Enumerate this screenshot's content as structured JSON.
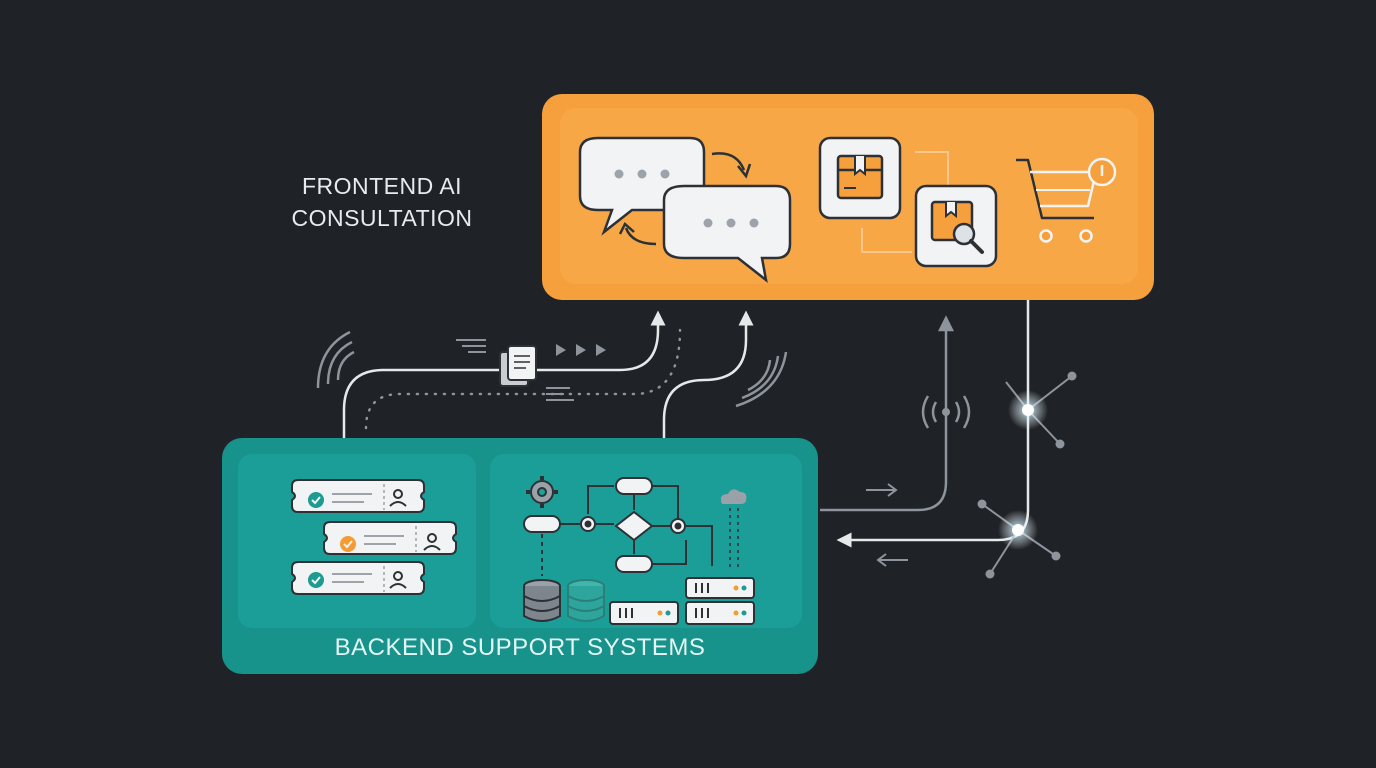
{
  "frontend": {
    "title_line1": "FRONTEND AI",
    "title_line2": "CONSULTATION",
    "color": "#f5a03c",
    "icons": [
      "chat-bubbles-icon",
      "product-box-icon",
      "product-search-icon",
      "shopping-cart-icon"
    ]
  },
  "backend": {
    "title": "BACKEND SUPPORT SYSTEMS",
    "color": "#17938c",
    "icons": [
      "ticket-queue-icon",
      "workflow-icon",
      "database-icon",
      "server-rack-icon",
      "cloud-icon"
    ]
  },
  "colors": {
    "background": "#1f2227",
    "connector": "#e6e8ea",
    "accent_check": "#f39c34",
    "teal_check": "#1e9b91"
  }
}
